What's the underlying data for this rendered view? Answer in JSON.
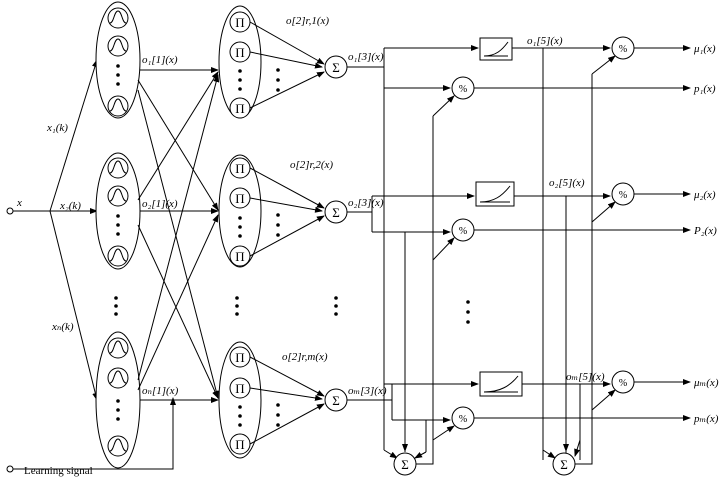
{
  "diagram": {
    "input_label": "x",
    "learning_signal_label": "Learning signal",
    "input_edges": [
      "x₁(k)",
      "x₂(k)",
      "xₙ(k)"
    ],
    "mf_outputs": [
      "o₁[1](x)",
      "o₂[1](x)",
      "oₙ[1](x)"
    ],
    "rule_outputs": [
      "o[2]r,1(x)",
      "o[2]r,2(x)",
      "o[2]r,m(x)"
    ],
    "sum_outputs": [
      "o₁[3](x)",
      "o₂[3](x)",
      "oₘ[3](x)"
    ],
    "mono_outputs": [
      "o₁[5](x)",
      "o₂[5](x)",
      "oₘ[5](x)"
    ],
    "final_mu": [
      "μ₁(x)",
      "μ₂(x)",
      "μₘ(x)"
    ],
    "final_p": [
      "p₁(x)",
      "P₂(x)",
      "pₘ(x)"
    ],
    "symbols": {
      "sum": "Σ",
      "product": "Π",
      "divide": "%"
    }
  }
}
